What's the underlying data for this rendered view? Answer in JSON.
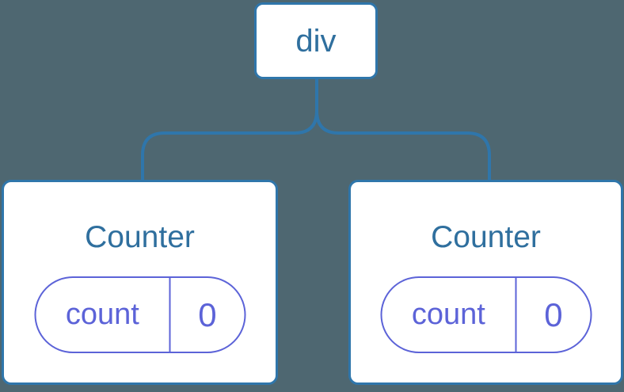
{
  "diagram": {
    "root": {
      "label": "div"
    },
    "children": [
      {
        "name": "Counter",
        "state": [
          {
            "key": "count",
            "value": "0"
          }
        ]
      },
      {
        "name": "Counter",
        "state": [
          {
            "key": "count",
            "value": "0"
          }
        ]
      }
    ]
  },
  "colors": {
    "background": "#4e6771",
    "connector_blue": "#2f76ab",
    "component_text_blue": "#2f6f9e",
    "state_purple": "#5c63d8",
    "node_fill": "#ffffff"
  }
}
